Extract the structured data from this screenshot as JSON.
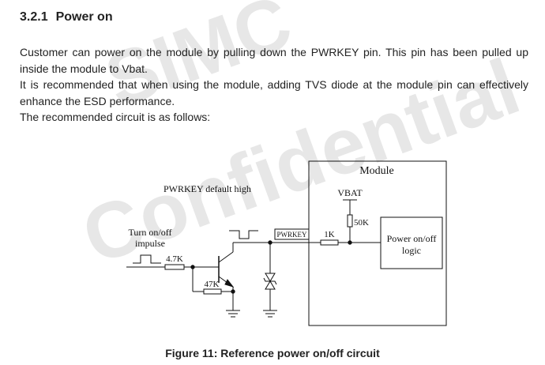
{
  "watermark": [
    "SIMC",
    "Confidential"
  ],
  "section": {
    "number": "3.2.1",
    "title": "Power on"
  },
  "paragraphs": [
    "Customer can power on the module by pulling down the PWRKEY pin. This pin has been pulled up inside the module to Vbat.",
    "It is recommended that when using the module, adding TVS diode at the module pin can effectively enhance the ESD performance.",
    "The recommended circuit is as follows:"
  ],
  "circuit": {
    "module_label": "Module",
    "vbat_label": "VBAT",
    "r_pullup": "50K",
    "logic_label_line1": "Power on/off",
    "logic_label_line2": "logic",
    "pin_label": "PWRKEY",
    "r_series": "1K",
    "pwrkey_note": "PWRKEY default high",
    "input_label_line1": "Turn on/off",
    "input_label_line2": "impulse",
    "r_base": "4.7K",
    "r_be": "47K"
  },
  "caption": "Figure 11: Reference power on/off circuit"
}
